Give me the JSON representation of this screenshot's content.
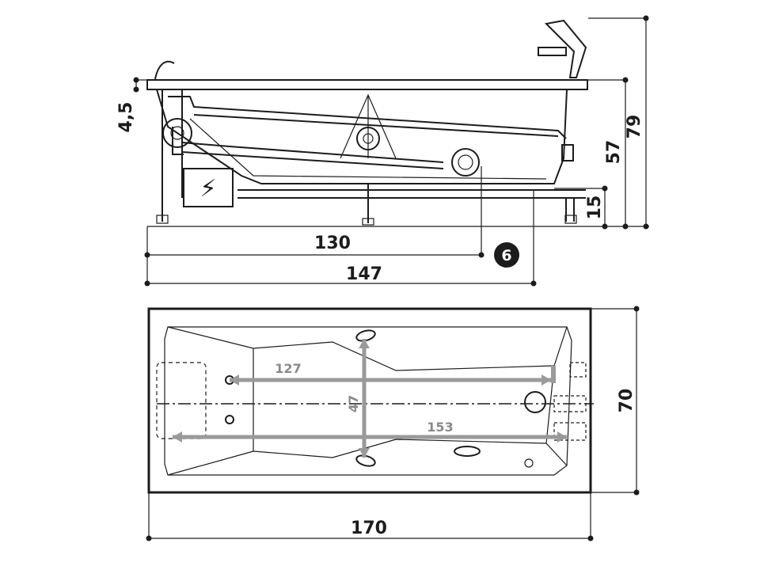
{
  "side_view": {
    "dim_rim_thickness": "4,5",
    "dim_rim_height": "79",
    "dim_bottom_height": "57",
    "dim_leg_height": "15",
    "dim_drain_distance": "130",
    "dim_support_length": "147",
    "badge_number": "6",
    "electric_symbol": "⚡"
  },
  "top_view": {
    "dim_length": "170",
    "dim_width": "70",
    "dim_jet_length": "127",
    "dim_jet_width": "47",
    "dim_bottom_length": "153"
  },
  "colors": {
    "line": "#1c1c1c",
    "dimension_gray": "#9a9a9a"
  }
}
